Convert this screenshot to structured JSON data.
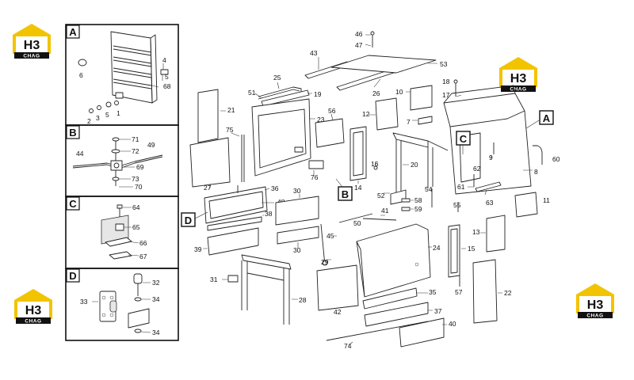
{
  "logo": {
    "mark": "H3",
    "sub": "CHAG",
    "accent": "#f2c400",
    "dark": "#111111"
  },
  "detail_boxes": [
    "A",
    "B",
    "C",
    "D"
  ],
  "main_callouts": [
    "A",
    "B",
    "C",
    "D"
  ],
  "part_numbers": {
    "p1": "1",
    "p2": "2",
    "p3": "3",
    "p4": "4",
    "p5": "5",
    "p6": "6",
    "p7": "7",
    "p8": "8",
    "p9": "9",
    "p10": "10",
    "p11": "11",
    "p12": "12",
    "p13": "13",
    "p14": "14",
    "p15": "15",
    "p16": "16",
    "p17": "17",
    "p18": "18",
    "p19": "19",
    "p20": "20",
    "p21": "21",
    "p22": "22",
    "p23": "23",
    "p24": "24",
    "p25": "25",
    "p26": "26",
    "p27": "27",
    "p28": "28",
    "p29": "29",
    "p30": "30",
    "p31": "31",
    "p32": "32",
    "p33": "33",
    "p34": "34",
    "p35": "35",
    "p36": "36",
    "p37": "37",
    "p38": "38",
    "p39": "39",
    "p40": "40",
    "p41": "41",
    "p42": "42",
    "p43": "43",
    "p44": "44",
    "p45": "45",
    "p46": "46",
    "p47": "47",
    "p48": "48",
    "p49": "49",
    "p50": "50",
    "p51": "51",
    "p52": "52",
    "p53": "53",
    "p54": "54",
    "p55": "55",
    "p56": "56",
    "p57": "57",
    "p58": "58",
    "p59": "59",
    "p60": "60",
    "p61": "61",
    "p62": "62",
    "p63": "63",
    "p64": "64",
    "p65": "65",
    "p66": "66",
    "p67": "67",
    "p68": "68",
    "p69": "69",
    "p70": "70",
    "p71": "71",
    "p72": "72",
    "p73": "73",
    "p74": "74",
    "p75": "75",
    "p76": "76"
  }
}
